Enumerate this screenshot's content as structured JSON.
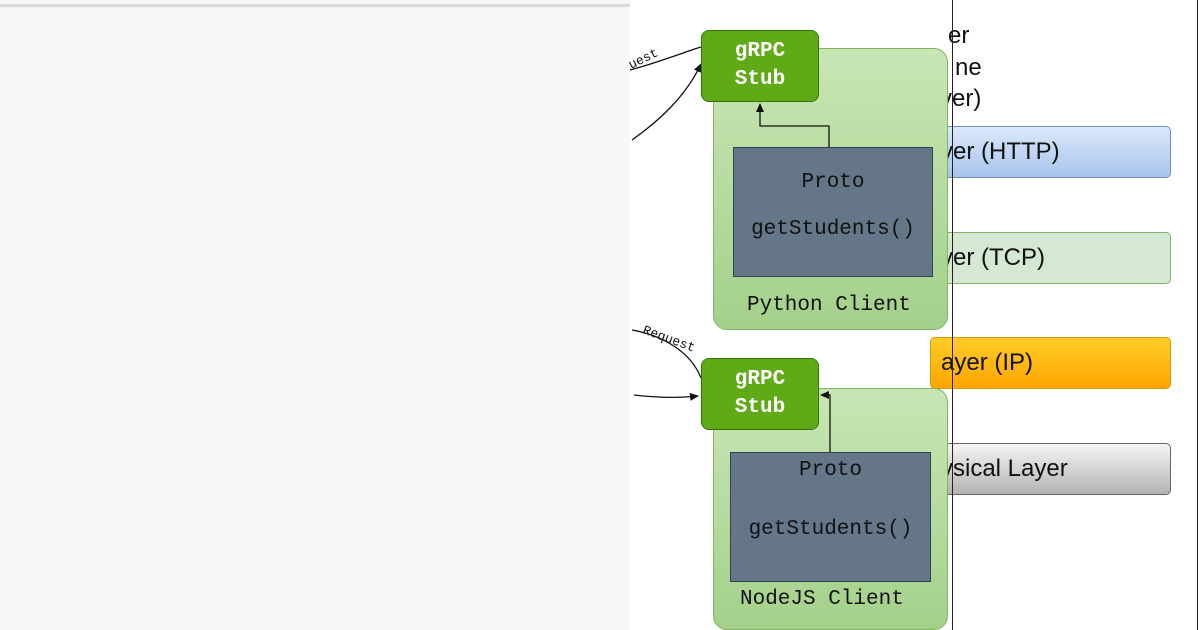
{
  "layers": {
    "header_lines": [
      "er",
      "ne",
      "ver)"
    ],
    "application": "yer (HTTP)",
    "transport": "yer (TCP)",
    "network": "ayer (IP)",
    "physical": "ysical Layer"
  },
  "clients": {
    "python": {
      "stub_line1": "gRPC",
      "stub_line2": "Stub",
      "proto_title": "Proto",
      "proto_method": "getStudents()",
      "label": "Python Client",
      "request_label": "uest"
    },
    "nodejs": {
      "stub_line1": "gRPC",
      "stub_line2": "Stub",
      "proto_title": "Proto",
      "proto_method": "getStudents()",
      "label": "NodeJS Client",
      "request_label": "Request"
    }
  },
  "colors": {
    "stub_fill": "#60a917",
    "client_fill": "#a9d18e",
    "proto_fill": "#647687",
    "http_layer": "#a9c4eb",
    "tcp_layer": "#d5e8d4",
    "ip_layer": "#ffa500",
    "physical_layer": "#b3b3b3"
  }
}
